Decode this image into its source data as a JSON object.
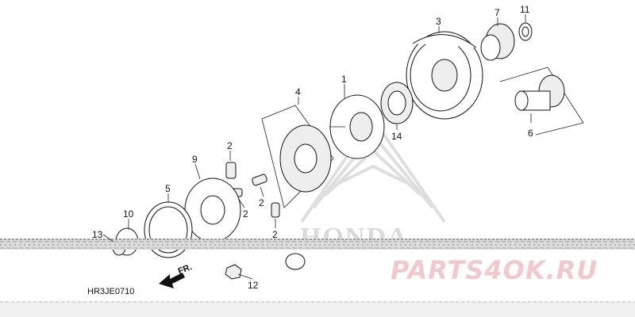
{
  "diagram": {
    "code": "HR3JE0710",
    "direction_label": "FR.",
    "callouts": {
      "c1": "1",
      "c2a": "2",
      "c2b": "2",
      "c2c": "2",
      "c2d": "2",
      "c3": "3",
      "c4": "4",
      "c5": "5",
      "c6": "6",
      "c7": "7",
      "c9": "9",
      "c10": "10",
      "c11": "11",
      "c12": "12",
      "c13": "13",
      "c14": "14"
    },
    "watermark": {
      "brand": "HONDA",
      "site": "PARTS4OK.RU"
    }
  }
}
